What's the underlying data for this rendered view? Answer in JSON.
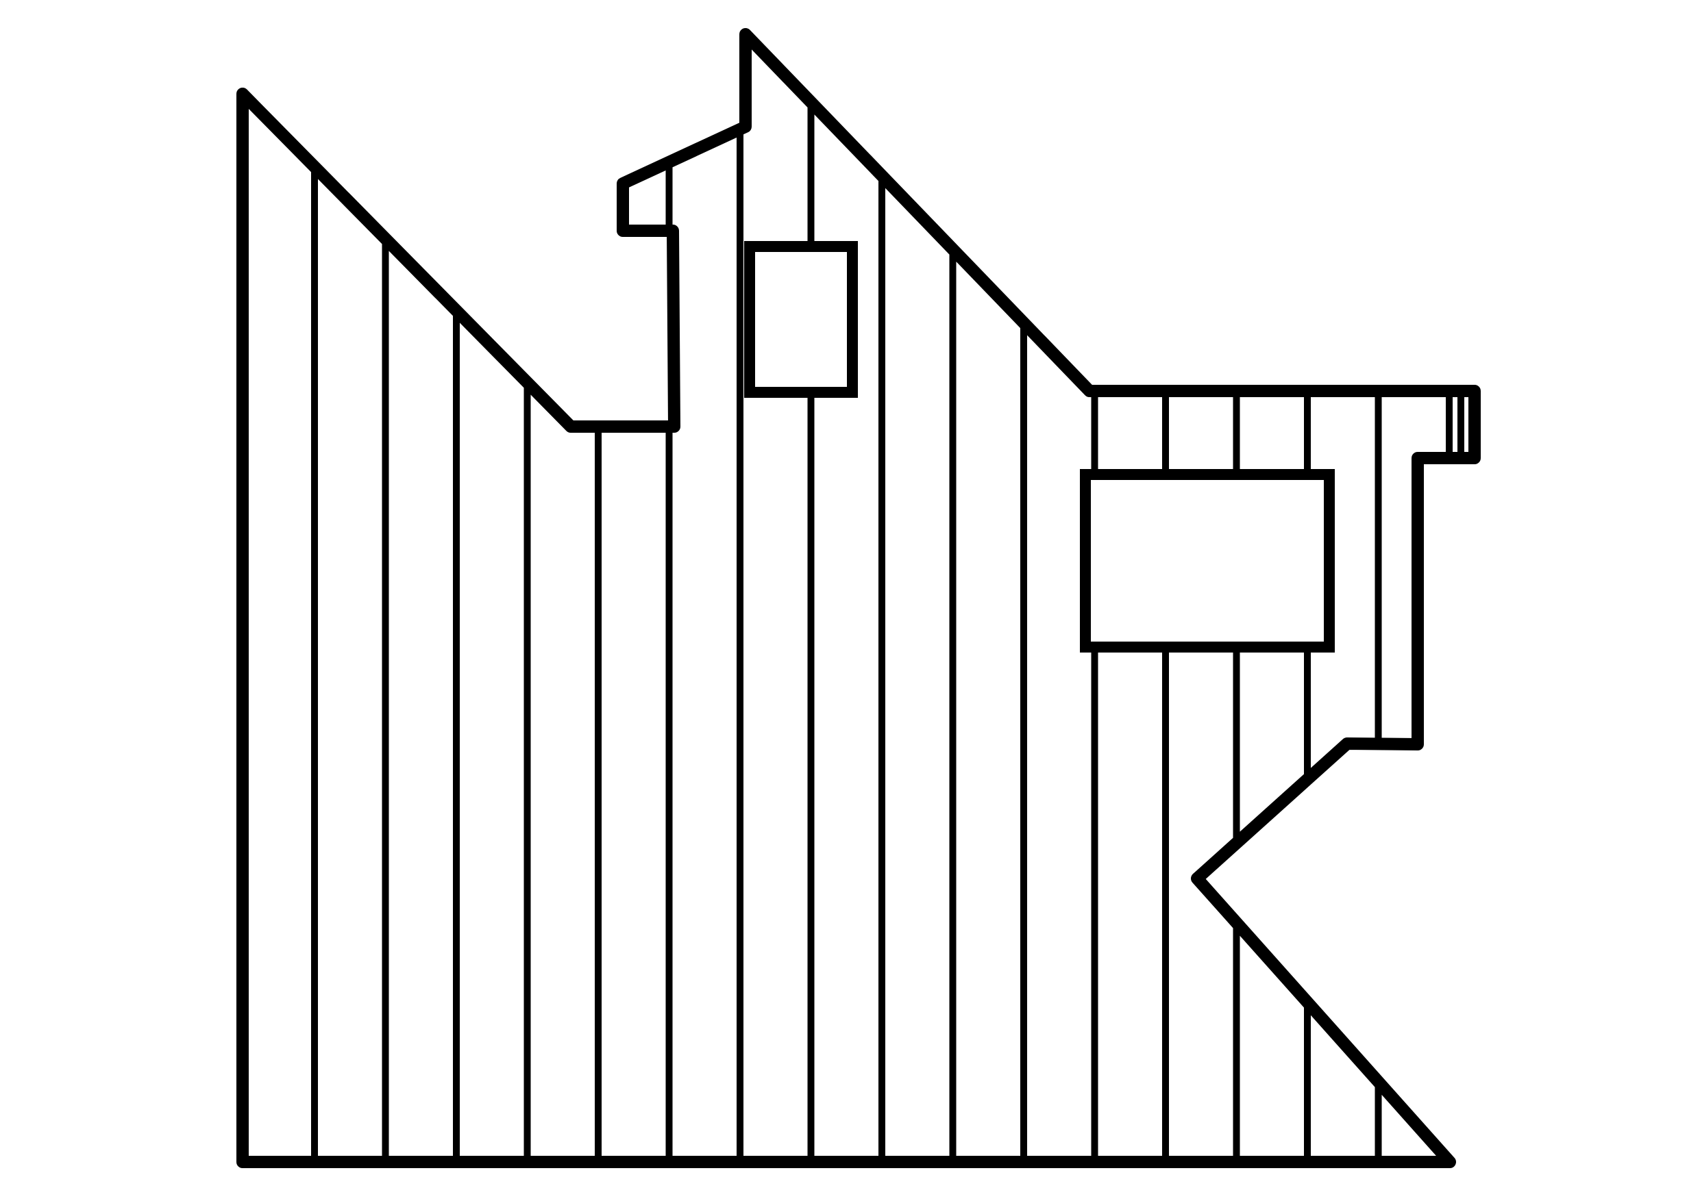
{
  "diagram": {
    "kind": "hatched-polygon-floor-plan",
    "colors": {
      "background": "#ffffff",
      "stroke": "#000000",
      "fill": "#ffffff"
    },
    "hatch": {
      "direction": "vertical",
      "line_count": 17
    },
    "cutouts": [
      {
        "name": "small-square-opening"
      },
      {
        "name": "wide-rectangular-opening"
      }
    ]
  }
}
